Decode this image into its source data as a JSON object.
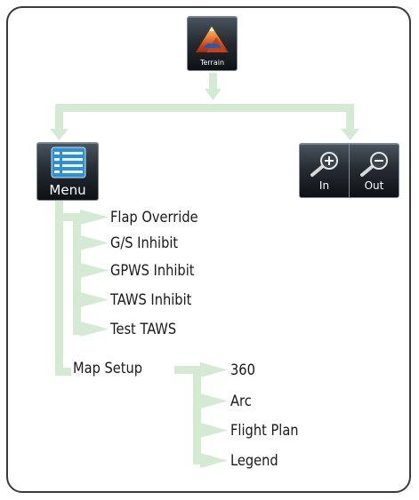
{
  "terrain_button": {
    "label": "Terrain",
    "icon": "terrain-icon"
  },
  "menu_button": {
    "label": "Menu",
    "icon": "menu-list-icon"
  },
  "zoom_in_button": {
    "label": "In",
    "icon": "zoom-in-icon"
  },
  "zoom_out_button": {
    "label": "Out",
    "icon": "zoom-out-icon"
  },
  "menu_items": [
    "Flap Override",
    "G/S Inhibit",
    "GPWS Inhibit",
    "TAWS Inhibit",
    "Test TAWS"
  ],
  "map_setup": {
    "label": "Map Setup",
    "options": [
      "360",
      "Arc",
      "Flight Plan",
      "Legend"
    ]
  },
  "colors": {
    "connector": "#d4ead2",
    "frame": "#3a3a3a",
    "button_dark": "#1b2228",
    "menu_icon_blue": "#39a9e0"
  }
}
